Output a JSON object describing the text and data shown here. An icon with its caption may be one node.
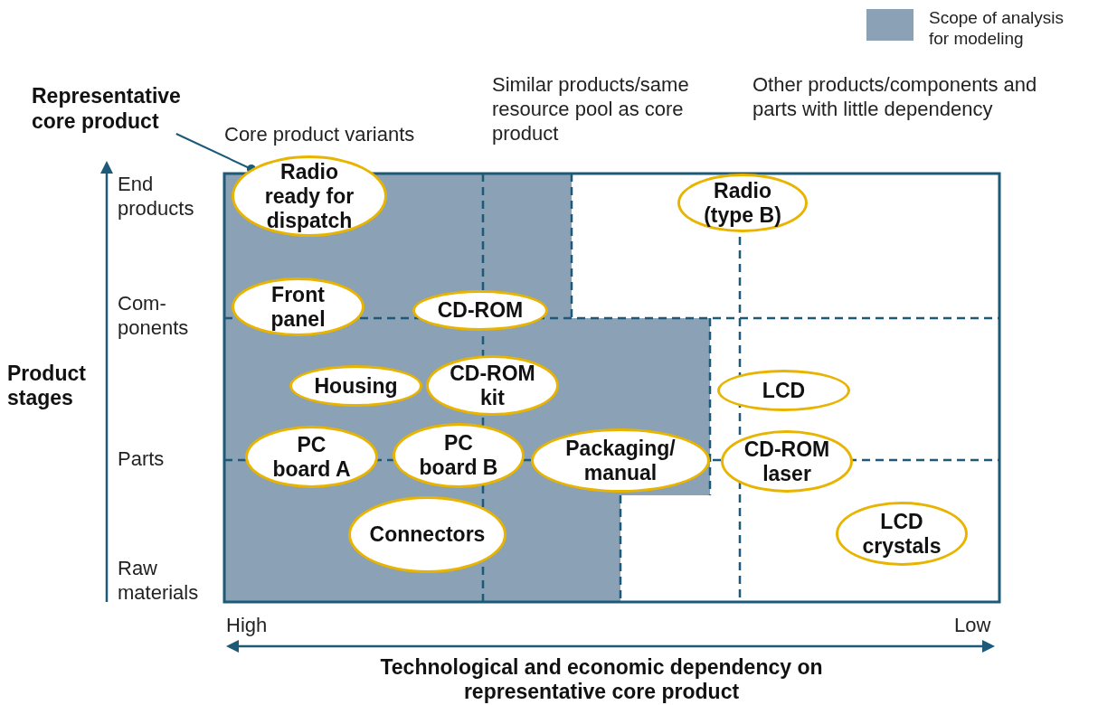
{
  "diagram": {
    "nodes": [
      {
        "text": [
          "Representative core product"
        ]
      },
      {
        "text": [
          "Radio ready for dispatch"
        ]
      },
      {
        "text": [
          "Radio (type B)"
        ]
      },
      {
        "text": [
          "Front panel"
        ]
      },
      {
        "text": [
          "CD-ROM"
        ]
      },
      {
        "text": [
          "Housing"
        ]
      },
      {
        "text": [
          "CD-ROM kit"
        ]
      },
      {
        "text": [
          "LCD"
        ]
      },
      {
        "text": [
          "PC board A"
        ]
      },
      {
        "text": [
          "PC board B"
        ]
      },
      {
        "text": [
          "Packaging/ manual"
        ]
      },
      {
        "text": [
          "CD-ROM laser"
        ]
      },
      {
        "text": [
          "Connectors"
        ]
      },
      {
        "text": [
          "LCD crystals"
        ]
      }
    ],
    "edges": [
      {
        "from": 0,
        "to": 1,
        "arrow": "other"
      }
    ],
    "labels": [
      "Core product variants",
      "Similar products/same resource pool as core product",
      "Other products/components and parts with little dependency",
      "End products",
      "Com- ponents",
      "Parts",
      "Raw materials",
      "Product stages",
      "High",
      "Low",
      "Technological and economic dependency on representative core product"
    ],
    "legend": [
      {
        "text": "Scope of analysis for modeling",
        "color": "#8aa1b6"
      }
    ]
  }
}
